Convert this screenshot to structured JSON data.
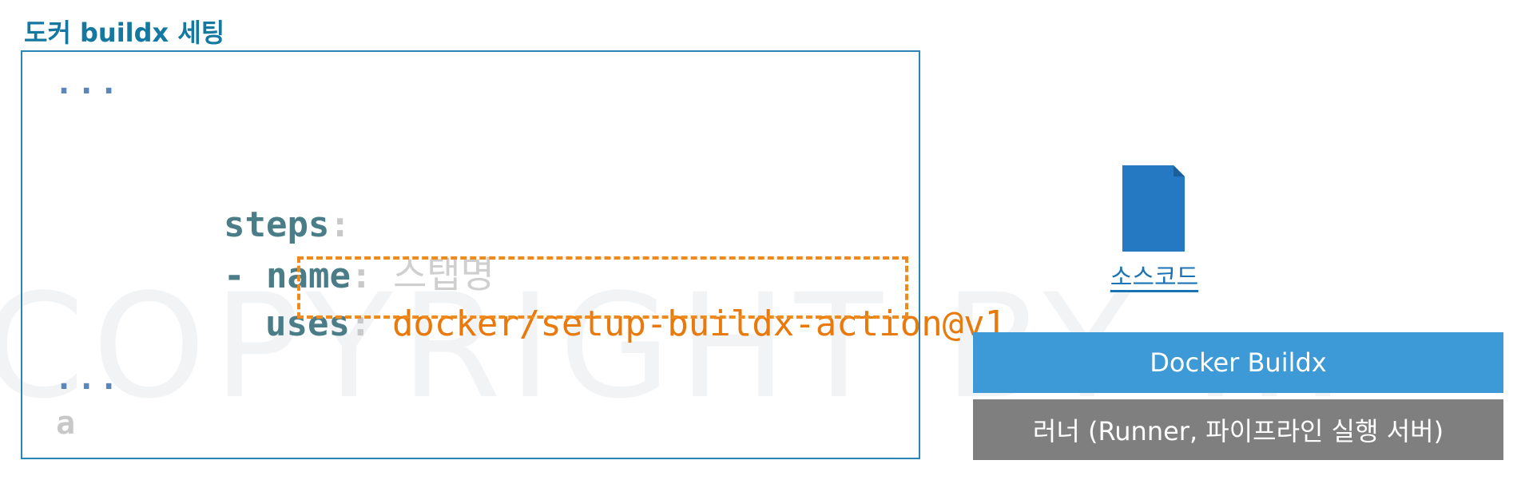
{
  "title": "도커 buildx 세팅",
  "code": {
    "dots_top": "...",
    "steps_key": "steps",
    "colon": ":",
    "dash": "-",
    "name_key": "name",
    "name_value": "스탭명",
    "uses_key": "uses",
    "uses_value": "docker/setup-buildx-action@v1",
    "dots_bottom": "...",
    "stray_char": "a"
  },
  "diagram": {
    "file_label": "소스코드",
    "file_icon": "document-icon",
    "layers": [
      {
        "label": "Docker Buildx",
        "color": "#3d9ad6"
      },
      {
        "label": "러너 (Runner, 파이프라인 실행 서버)",
        "color": "#7f7f7f"
      }
    ]
  },
  "colors": {
    "title": "#1478a0",
    "code_key": "#4a7d88",
    "highlight": "#e87a0d",
    "box_border": "#2a86b8"
  }
}
